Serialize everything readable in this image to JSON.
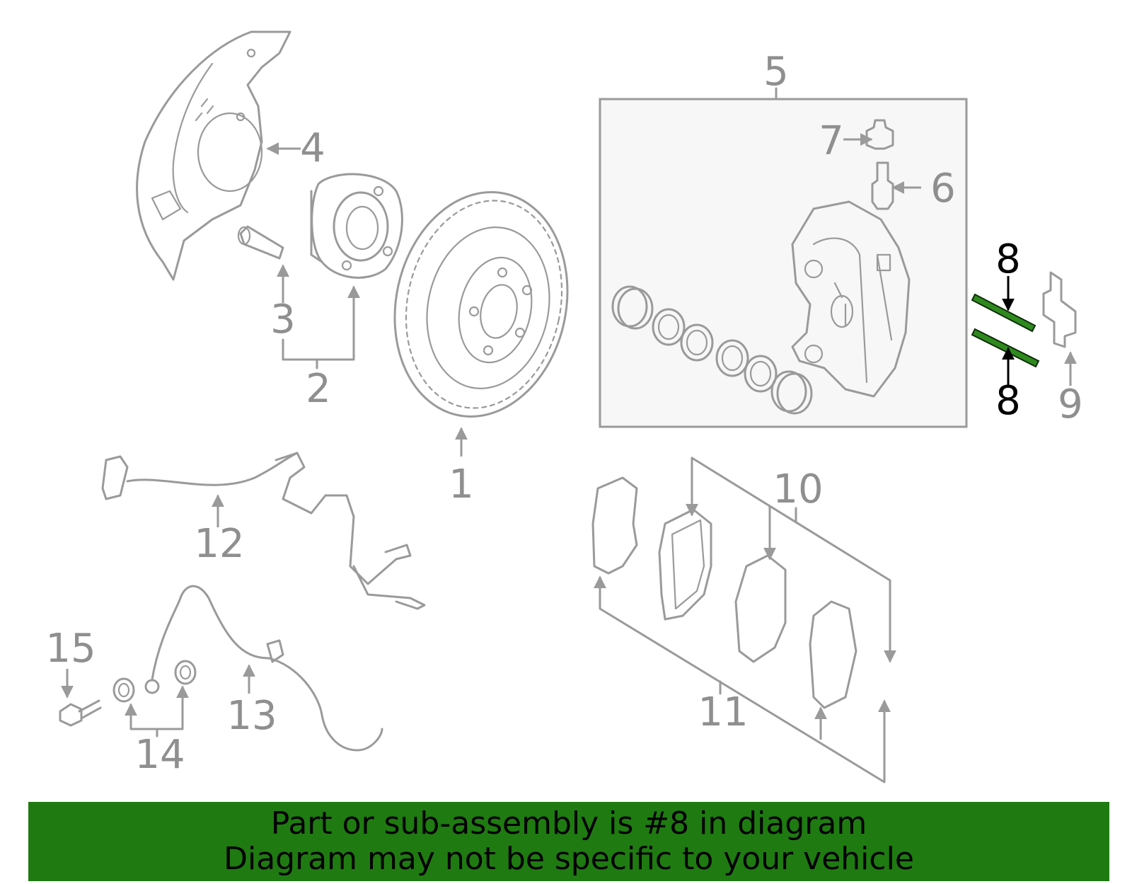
{
  "callouts": {
    "c1": "1",
    "c2": "2",
    "c3": "3",
    "c4": "4",
    "c5": "5",
    "c6": "6",
    "c7": "7",
    "c8a": "8",
    "c8b": "8",
    "c9": "9",
    "c10": "10",
    "c11": "11",
    "c12": "12",
    "c13": "13",
    "c14": "14",
    "c15": "15"
  },
  "highlighted_part": "8",
  "colors": {
    "banner": "#1f7a12",
    "highlight_part": "#2f8a1e",
    "line_art": "#9a9a9a"
  },
  "banner": {
    "line1": "Part or sub-assembly is #8 in diagram",
    "line2": "Diagram may not be specific to your vehicle"
  }
}
